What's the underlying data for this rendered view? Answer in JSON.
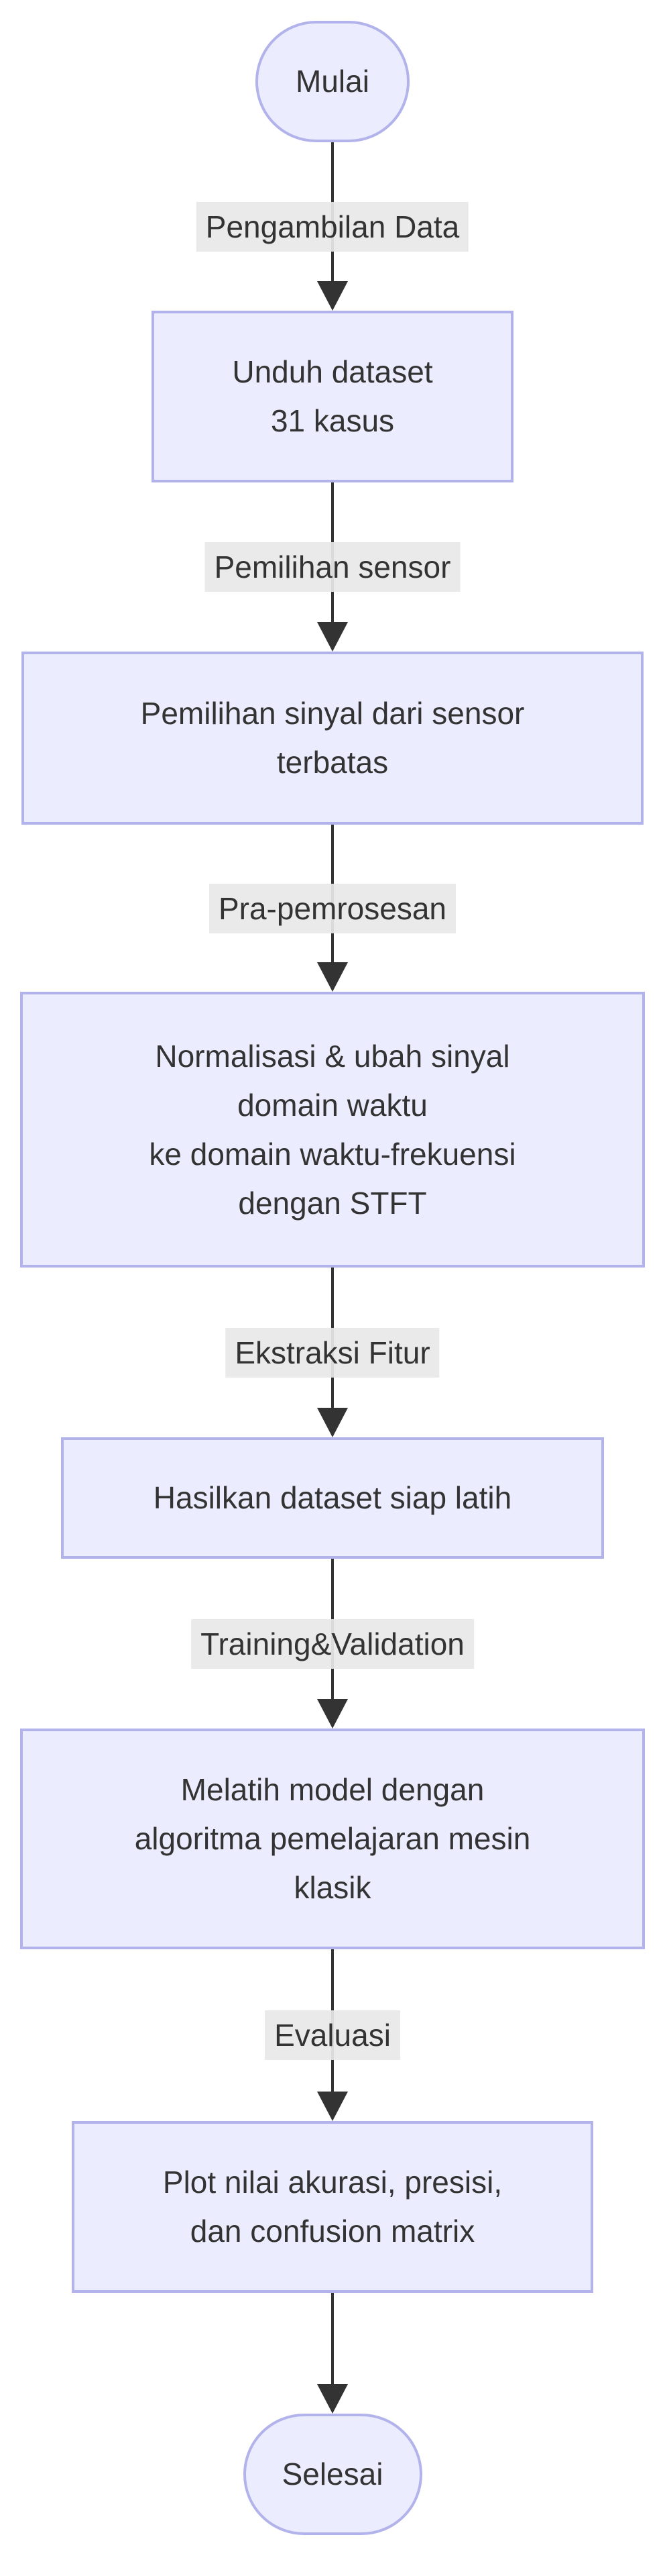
{
  "diagram": {
    "type": "flowchart-top-down",
    "colors": {
      "background": "#FFFFFF",
      "node_fill": "#ECECFF",
      "node_border": "#B3B3EC",
      "edge_line": "#333333",
      "edge_label_bg": "#E8E8E8",
      "text": "#333333"
    },
    "nodes": {
      "start": {
        "shape": "stadium",
        "label": "Mulai"
      },
      "download": {
        "shape": "rect",
        "lines": [
          "Unduh dataset",
          "31 kasus"
        ]
      },
      "sensor": {
        "shape": "rect",
        "lines": [
          "Pemilihan sinyal dari sensor",
          "terbatas"
        ]
      },
      "preprocess": {
        "shape": "rect",
        "lines": [
          "Normalisasi & ubah sinyal",
          "domain waktu",
          "ke domain waktu-frekuensi",
          "dengan STFT"
        ]
      },
      "feature": {
        "shape": "rect",
        "lines": [
          "Hasilkan dataset siap latih"
        ]
      },
      "train": {
        "shape": "rect",
        "lines": [
          "Melatih model dengan",
          "algoritma pemelajaran mesin",
          "klasik"
        ]
      },
      "evaluate": {
        "shape": "rect",
        "lines": [
          "Plot nilai akurasi, presisi,",
          "dan confusion matrix"
        ]
      },
      "end": {
        "shape": "stadium",
        "label": "Selesai"
      }
    },
    "edge_labels": {
      "e1": "Pengambilan Data",
      "e2": "Pemilihan sensor",
      "e3": "Pra-pemrosesan",
      "e4": "Ekstraksi Fitur",
      "e5": "Training&Validation",
      "e6": "Evaluasi",
      "e7": ""
    }
  }
}
